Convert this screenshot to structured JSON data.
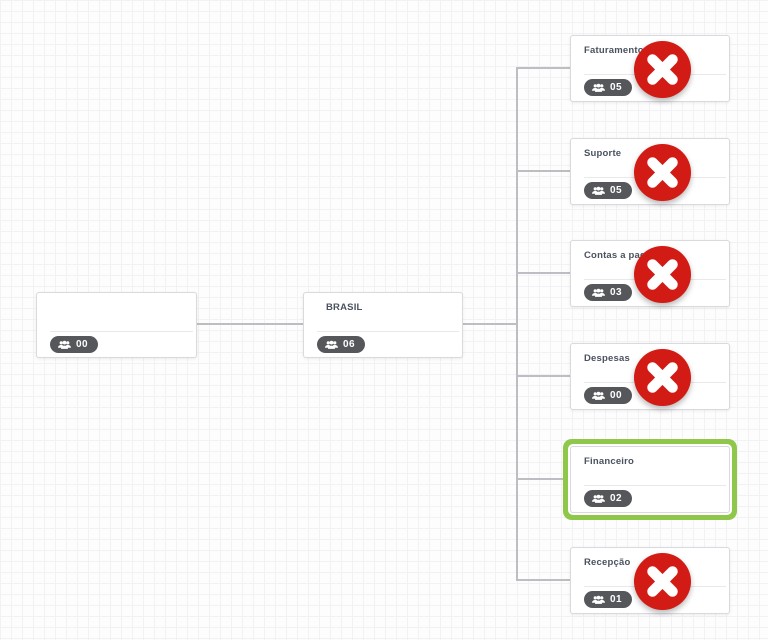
{
  "app": {
    "name": "organogram-canvas"
  },
  "palette": {
    "delete_red": "#d11b14",
    "highlight_green": "#8fc74a",
    "badge_bg": "#56575b",
    "connector_gray": "#bdbdc3",
    "node_border": "#d9d9de",
    "title_color": "#4a5260",
    "grid_line": "#f2f2f5",
    "canvas_bg": "#fdfdfe"
  },
  "icons": {
    "members": "users-group-icon",
    "delete": "close-x-icon"
  },
  "nodes": {
    "root": {
      "title": "",
      "member_count": "00"
    },
    "country": {
      "title": "BRASIL",
      "member_count": "06"
    },
    "departments": [
      {
        "title": "Faturamento",
        "member_count": "05",
        "has_delete": true,
        "highlighted": false
      },
      {
        "title": "Suporte",
        "member_count": "05",
        "has_delete": true,
        "highlighted": false
      },
      {
        "title": "Contas a pagar",
        "member_count": "03",
        "has_delete": true,
        "highlighted": false
      },
      {
        "title": "Despesas",
        "member_count": "00",
        "has_delete": true,
        "highlighted": false
      },
      {
        "title": "Financeiro",
        "member_count": "02",
        "has_delete": false,
        "highlighted": true
      },
      {
        "title": "Recepção",
        "member_count": "01",
        "has_delete": true,
        "highlighted": false
      }
    ]
  }
}
